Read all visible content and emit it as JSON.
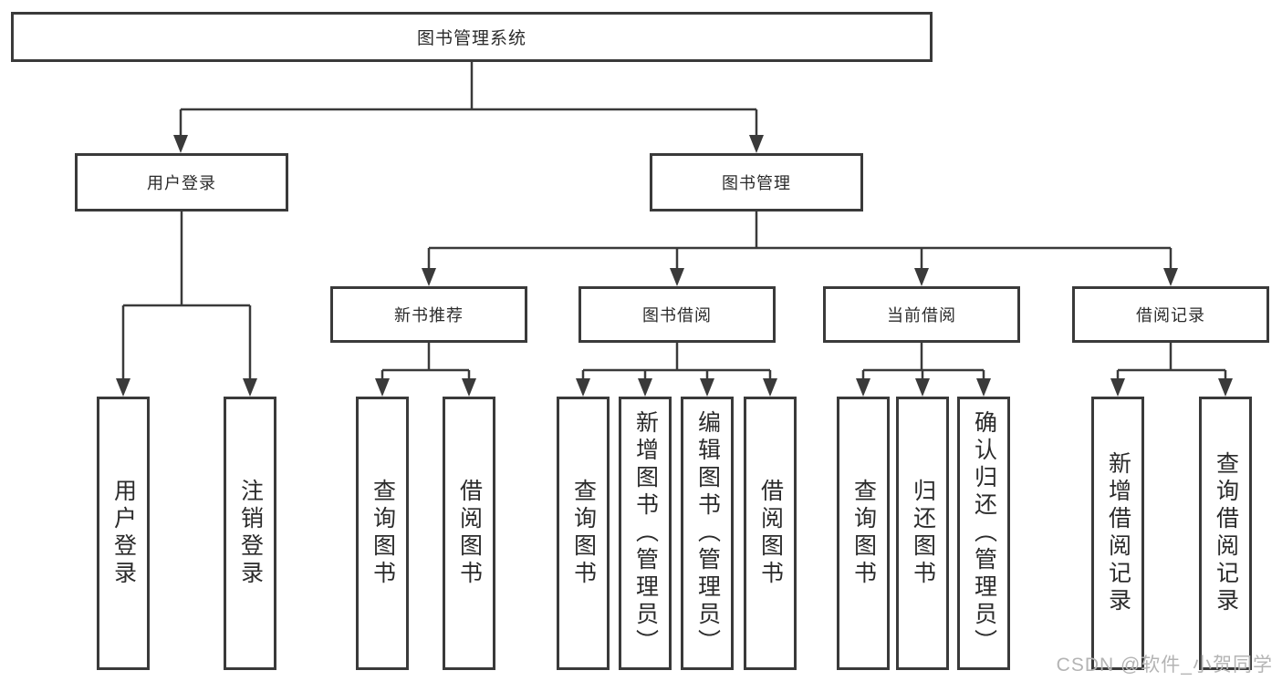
{
  "colors": {
    "line": "#3a3a3a",
    "box_border": "#3a3a3a",
    "text": "#2b2b2b",
    "watermark": "#b4b4b4",
    "background": "#ffffff"
  },
  "diagram": {
    "title": "图书管理系统",
    "level2": [
      {
        "label": "用户登录"
      },
      {
        "label": "图书管理"
      }
    ],
    "level3": [
      {
        "label": "新书推荐"
      },
      {
        "label": "图书借阅"
      },
      {
        "label": "当前借阅"
      },
      {
        "label": "借阅记录"
      }
    ],
    "leaves": [
      {
        "label": "用户登录"
      },
      {
        "label": "注销登录"
      },
      {
        "label": "查询图书"
      },
      {
        "label": "借阅图书"
      },
      {
        "label": "查询图书"
      },
      {
        "label": "新增图书（管理员）"
      },
      {
        "label": "编辑图书（管理员）"
      },
      {
        "label": "借阅图书"
      },
      {
        "label": "查询图书"
      },
      {
        "label": "归还图书"
      },
      {
        "label": "确认归还（管理员）"
      },
      {
        "label": "新增借阅记录"
      },
      {
        "label": "查询借阅记录"
      }
    ],
    "watermark": "CSDN @软件_小贺同学"
  }
}
